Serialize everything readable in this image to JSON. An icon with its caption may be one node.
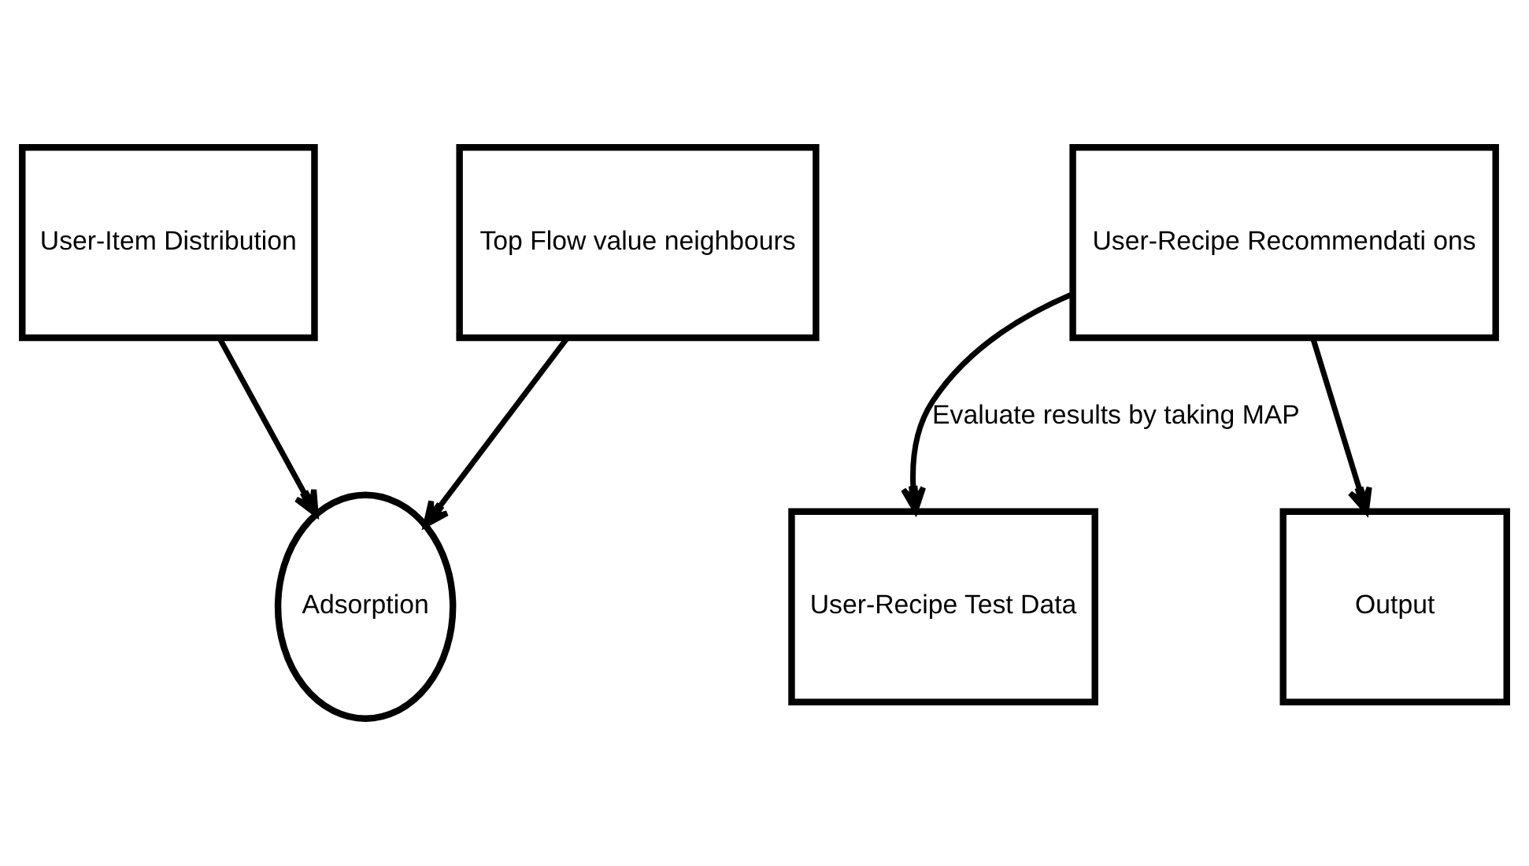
{
  "diagram": {
    "nodes": [
      {
        "text": [
          "User-Item Distribution"
        ]
      },
      {
        "text": [
          "Top Flow value neighbours"
        ]
      },
      {
        "text": [
          "User-Recipe Test Data"
        ]
      },
      {
        "text": [
          "Adsorption"
        ]
      },
      {
        "text": [
          "User-Recipe Recommendati ons"
        ]
      },
      {
        "text": [
          "Output"
        ]
      }
    ],
    "edges": [
      {
        "from": 0,
        "to": 3,
        "arrow": "to"
      },
      {
        "from": 1,
        "to": 3,
        "arrow": "to"
      },
      {
        "from": 4,
        "to": 2,
        "arrow": "to",
        "label": "Evaluate results by taking MAP"
      },
      {
        "from": 4,
        "to": 5,
        "arrow": "to"
      }
    ]
  }
}
